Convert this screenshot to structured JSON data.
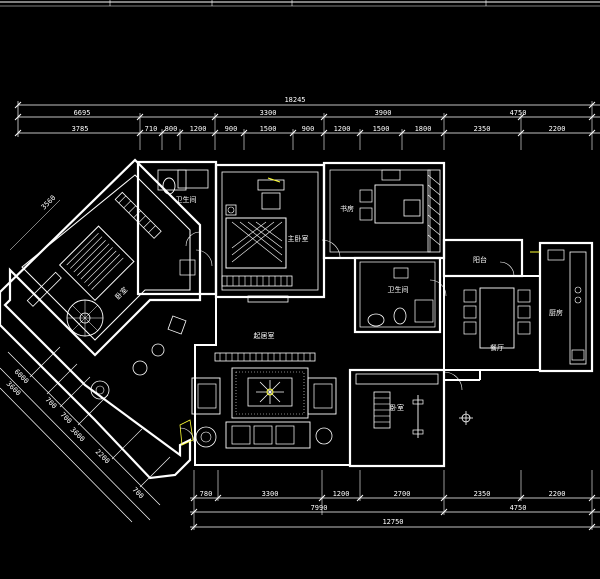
{
  "drawing": {
    "colors": {
      "background": "#000000",
      "lines": "#ffffff",
      "accent": "#ffff33"
    },
    "top_dimensions": {
      "overall": "18245",
      "segments_level1": [
        "6695",
        "3300",
        "3900",
        "4750"
      ],
      "segments_level2": [
        "3785",
        "710",
        "800",
        "1200",
        "900",
        "1500",
        "900",
        "1200",
        "1500",
        "1800",
        "2350",
        "2200"
      ]
    },
    "bottom_dimensions": {
      "segments_level1": [
        "780",
        "3300",
        "1200",
        "2700",
        "2350",
        "2200"
      ],
      "segments_level2": [
        "7990",
        "4750"
      ],
      "overall": "12750"
    },
    "diagonal_dimensions": {
      "upper_left": "3560",
      "lower_left": [
        "6000",
        "3600",
        "700",
        "700",
        "3600",
        "2200",
        "700"
      ]
    },
    "rooms": {
      "bath_1": "卫生间",
      "master_bedroom": "主卧室",
      "study": "书房",
      "bath_2": "卫生间",
      "balcony": "阳台",
      "dining": "餐厅",
      "kitchen": "厨房",
      "living_room": "起居室",
      "bedroom": "卧室"
    }
  }
}
